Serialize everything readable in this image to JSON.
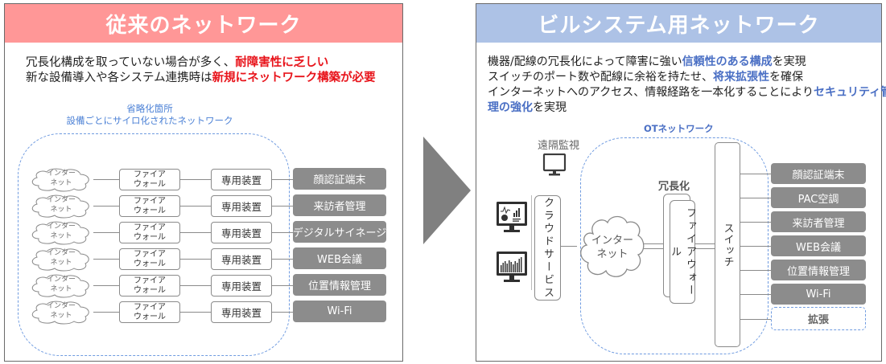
{
  "left_panel": {
    "title": "従来のネットワーク",
    "description": [
      {
        "plain": "冗長化構成を取っていない場合が多く、",
        "highlight": "耐障害性に乏しい"
      },
      {
        "plain": "新な設備導入や各システム連携時は",
        "highlight": "新規にネットワーク構築が必要"
      }
    ],
    "caption_line1": "省略化箇所",
    "caption_line2": "設備ごとにサイロ化されたネットワーク",
    "rows": [
      {
        "cloud_line1": "インター",
        "cloud_line2": "ネット",
        "firewall_line1": "ファイア",
        "firewall_line2": "ウォール",
        "device": "専用装置",
        "system": "顔認証端末"
      },
      {
        "cloud_line1": "インター",
        "cloud_line2": "ネット",
        "firewall_line1": "ファイア",
        "firewall_line2": "ウォール",
        "device": "専用装置",
        "system": "来訪者管理"
      },
      {
        "cloud_line1": "インター",
        "cloud_line2": "ネット",
        "firewall_line1": "ファイア",
        "firewall_line2": "ウォール",
        "device": "専用装置",
        "system": "デジタルサイネージ"
      },
      {
        "cloud_line1": "インター",
        "cloud_line2": "ネット",
        "firewall_line1": "ファイア",
        "firewall_line2": "ウォール",
        "device": "専用装置",
        "system": "WEB会議"
      },
      {
        "cloud_line1": "インター",
        "cloud_line2": "ネット",
        "firewall_line1": "ファイア",
        "firewall_line2": "ウォール",
        "device": "専用装置",
        "system": "位置情報管理"
      },
      {
        "cloud_line1": "インター",
        "cloud_line2": "ネット",
        "firewall_line1": "ファイア",
        "firewall_line2": "ウォール",
        "device": "専用装置",
        "system": "Wi-Fi"
      }
    ]
  },
  "right_panel": {
    "title": "ビルシステム用ネットワーク",
    "description": {
      "line1_a": "機器/配線の冗長化によって障害に強い",
      "line1_hl": "信頼性のある構成",
      "line1_b": "を実現",
      "line2_a": "スイッチのポート数や配線に余裕を持たせ、",
      "line2_hl": "将来拡張性",
      "line2_b": "を確保",
      "line3_a": "インターネットへのアクセス、情報経路を一本化することにより",
      "line3_hl": "セキュリティ管",
      "line4_hl": "理の強化",
      "line4_b": "を実現"
    },
    "ot_network_label": "OTネットワーク",
    "remote_monitoring_label": "遠隔監視",
    "cloud_service_label": "クラウドサービス",
    "internet_line1": "インター",
    "internet_line2": "ネット",
    "redundancy_label": "冗長化",
    "firewall_label": "ファイアウォール",
    "switch_label": "スイッチ",
    "systems": [
      "顔認証端末",
      "PAC空調",
      "来訪者管理",
      "WEB会議",
      "位置情報管理",
      "Wi-Fi"
    ],
    "expansion_label": "拡張"
  },
  "arrow_icon": "right-triangle-arrow",
  "colors": {
    "left_header": "#ff9797",
    "right_header": "#adc2e6",
    "highlight_red": "#e8141b",
    "highlight_blue": "#4a6fc4",
    "system_box": "#8c8c8c",
    "dashed_outline": "#6f9be0",
    "arrow": "#808080"
  }
}
